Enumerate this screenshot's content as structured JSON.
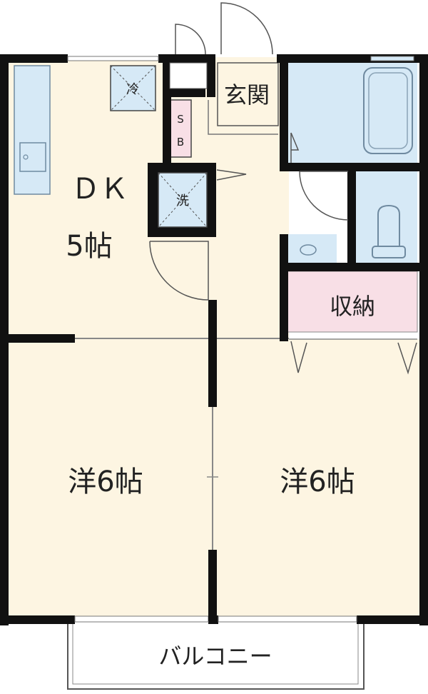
{
  "floorplan": {
    "rooms": {
      "dk_line1": "ＤＫ",
      "dk_line2": "5帖",
      "western_left": "洋6帖",
      "western_right": "洋6帖",
      "entrance": "玄関",
      "storage": "収納",
      "balcony": "バルコニー",
      "refrigerator": "冷",
      "washer": "洗",
      "shoe_box_s": "S",
      "shoe_box_b": "B"
    },
    "colors": {
      "floor": "#fdf5e2",
      "wall": "#111111",
      "water_area": "#d6e9f6",
      "storage": "#f8dfe6",
      "shoe_box": "#f8dfe6",
      "balcony": "#ffffff"
    }
  }
}
